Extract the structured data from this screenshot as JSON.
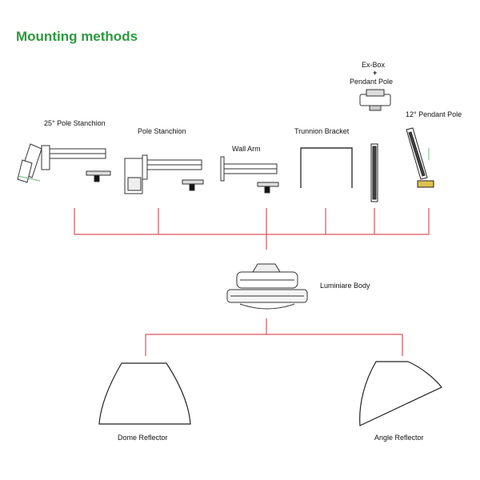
{
  "title": "Mounting methods",
  "colors": {
    "title": "#2c9a3c",
    "connector": "#d9545a",
    "line": "#333333"
  },
  "mounts": {
    "pole_stanchion_25": "25° Pole Stanchion",
    "pole_stanchion": "Pole Stanchion",
    "wall_arm": "Wall Arm",
    "trunnion_bracket": "Trunnion Bracket",
    "exbox_line1": "Ex-Box",
    "exbox_line2": "+",
    "exbox_line3": "Pendant Pole",
    "pendant_pole_12": "12° Pendant Pole"
  },
  "luminaire": "Luminiare Body",
  "reflectors": {
    "dome": "Dome Reflector",
    "angle": "Angle Reflector"
  }
}
